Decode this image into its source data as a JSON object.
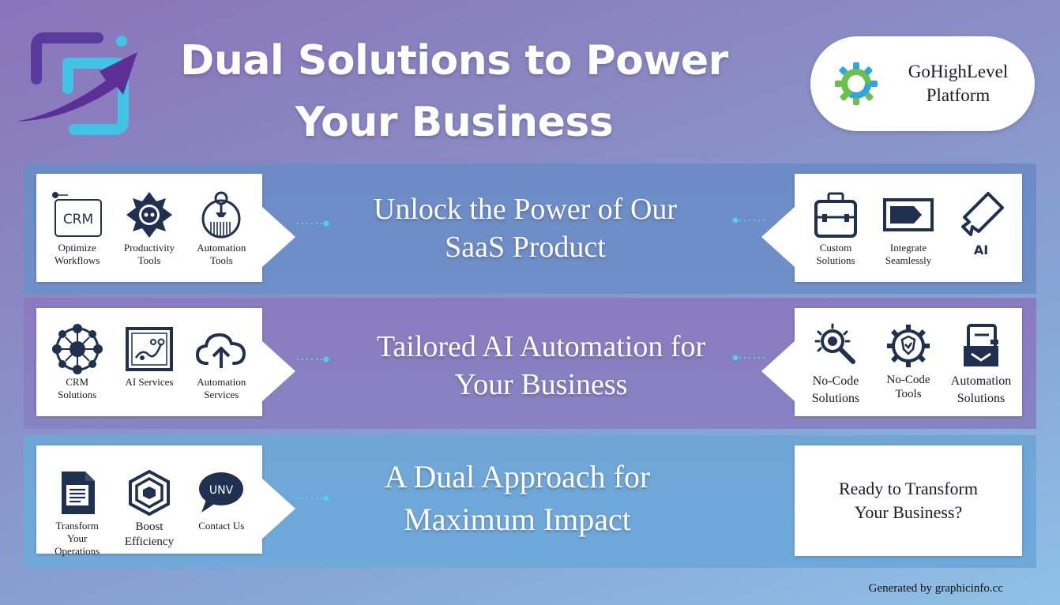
{
  "header": {
    "title_line1": "Dual Solutions to Power",
    "title_line2": "Your Business",
    "logo_icon": "arrow-logo-icon",
    "platform": {
      "line1": "GoHighLevel",
      "line2": "Platform",
      "icon": "gear-logo-icon"
    }
  },
  "bands": [
    {
      "headline_line1": "Unlock the Power of Our",
      "headline_line2": "SaaS Product",
      "left_items": [
        {
          "icon": "crm-icon",
          "crm_text": "CRM",
          "label_line1": "Optimize",
          "label_line2": "Workflows"
        },
        {
          "icon": "productivity-icon",
          "label_line1": "Productivity",
          "label_line2": "Tools"
        },
        {
          "icon": "automation-icon",
          "label_line1": "Automation Tools",
          "label_line2": ""
        }
      ],
      "right_items": [
        {
          "icon": "toolbox-icon",
          "label_line1": "Custom",
          "label_line2": "Solutions"
        },
        {
          "icon": "integrate-icon",
          "label_line1": "Integrate",
          "label_line2": "Seamlessly"
        },
        {
          "icon": "ai-tag-icon",
          "label_line1": "AI",
          "label_line2": ""
        }
      ]
    },
    {
      "headline_line1": "Tailored AI Automation for",
      "headline_line2": "Your Business",
      "left_items": [
        {
          "icon": "crm-network-icon",
          "label_line1": "CRM",
          "label_line2": "Solutions"
        },
        {
          "icon": "ai-services-icon",
          "label_line1": "AI Services",
          "label_line2": ""
        },
        {
          "icon": "cloud-upload-icon",
          "label_line1": "Automation",
          "label_line2": "Services"
        }
      ],
      "right_items": [
        {
          "icon": "search-gear-icon",
          "label_line1": "No-Code",
          "label_line2": "Solutions"
        },
        {
          "icon": "gear-shield-icon",
          "label_line1": "No-Code",
          "label_line2": "Tools"
        },
        {
          "icon": "document-machine-icon",
          "label_line1": "Automation",
          "label_line2": "Solutions"
        }
      ]
    },
    {
      "headline_line1": "A Dual Approach for",
      "headline_line2": "Maximum Impact",
      "left_items": [
        {
          "icon": "document-icon",
          "label_line1": "Transform",
          "label_line2": "Your",
          "label_line3": "Operations"
        },
        {
          "icon": "hexagon-icon",
          "label_line1": "Boost",
          "label_line2": "Efficiency"
        },
        {
          "icon": "chat-bubble-icon",
          "bubble_text": "UNV",
          "label_line1": "Contact Us",
          "label_line2": ""
        }
      ],
      "cta": {
        "line1": "Ready to Transform",
        "line2": "Your Business?"
      }
    }
  ],
  "footer": {
    "credit": "Generated by graphicinfo.cc"
  },
  "colors": {
    "navy": "#1f3050",
    "accent_cyan": "#3fc4e6",
    "accent_purple": "#6a3fa0"
  }
}
